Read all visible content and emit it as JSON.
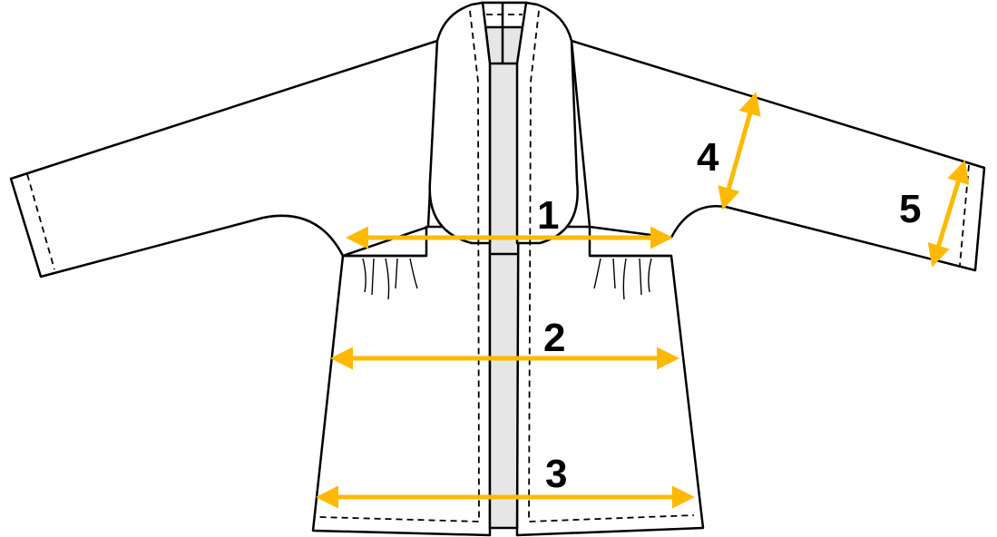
{
  "diagram": {
    "arrow_color": "#FFB900",
    "measurements": [
      {
        "label": "1"
      },
      {
        "label": "2"
      },
      {
        "label": "3"
      },
      {
        "label": "4"
      },
      {
        "label": "5"
      }
    ]
  }
}
